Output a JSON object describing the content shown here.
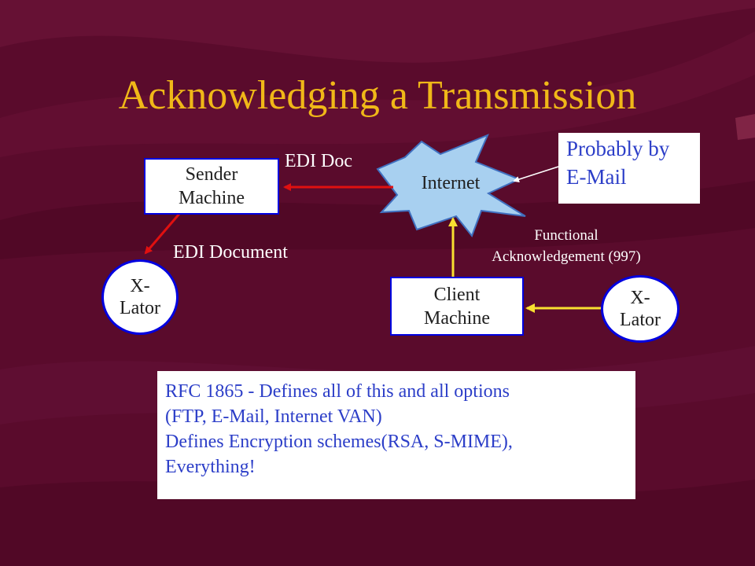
{
  "slide": {
    "title": "Acknowledging a Transmission",
    "nodes": {
      "sender": [
        "Sender",
        "Machine"
      ],
      "internet": "Internet",
      "client": [
        "Client",
        "Machine"
      ],
      "xlator_left": [
        "X-",
        "Lator"
      ],
      "xlator_right": [
        "X-",
        "Lator"
      ]
    },
    "note": [
      "Probably by",
      "E-Mail"
    ],
    "labels": {
      "edi_doc": "EDI Doc",
      "edi_document": "EDI Document",
      "functional_ack": [
        "Functional",
        "Acknowledgement (997)"
      ]
    },
    "rfc_lines": [
      "RFC 1865 - Defines all of this and all options",
      "(FTP, E-Mail, Internet VAN)",
      "Defines Encryption schemes(RSA,  S-MIME),",
      "Everything!"
    ]
  },
  "colors": {
    "background": "#5a0b2c",
    "title": "#f0b818",
    "red_arrow": "#e01010",
    "yellow_arrow": "#f8e030",
    "internet_fill": "#a8d0f0",
    "box_border": "#0000e0",
    "note_text": "#2c3ec8"
  }
}
